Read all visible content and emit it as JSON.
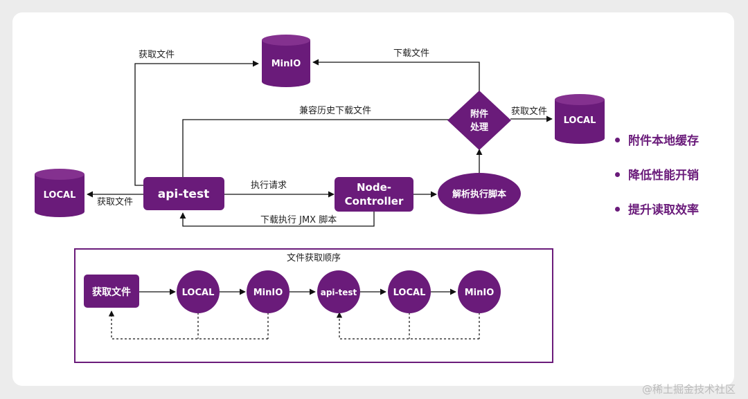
{
  "colors": {
    "primary": "#6a1b7a",
    "text": "#222222",
    "watermark": "#bbbbbb"
  },
  "nodes": {
    "minio_top": "MinIO",
    "local_left": "LOCAL",
    "local_right": "LOCAL",
    "api_test": "api-test",
    "node_controller_line1": "Node-",
    "node_controller_line2": "Controller",
    "parse_script": "解析执行脚本",
    "attachment_line1": "附件",
    "attachment_line2": "处理"
  },
  "edges": {
    "fetch_file_top": "获取文件",
    "download_file_top": "下载文件",
    "compat_history": "兼容历史下载文件",
    "fetch_file_right": "获取文件",
    "fetch_file_left": "获取文件",
    "execute_request": "执行请求",
    "download_jmx": "下载执行 JMX 脚本"
  },
  "order_box": {
    "title": "文件获取顺序",
    "start": "获取文件",
    "steps": [
      "LOCAL",
      "MinIO",
      "api-test",
      "LOCAL",
      "MinIO"
    ]
  },
  "bullets": [
    "附件本地缓存",
    "降低性能开销",
    "提升读取效率"
  ],
  "watermark": "@稀土掘金技术社区"
}
